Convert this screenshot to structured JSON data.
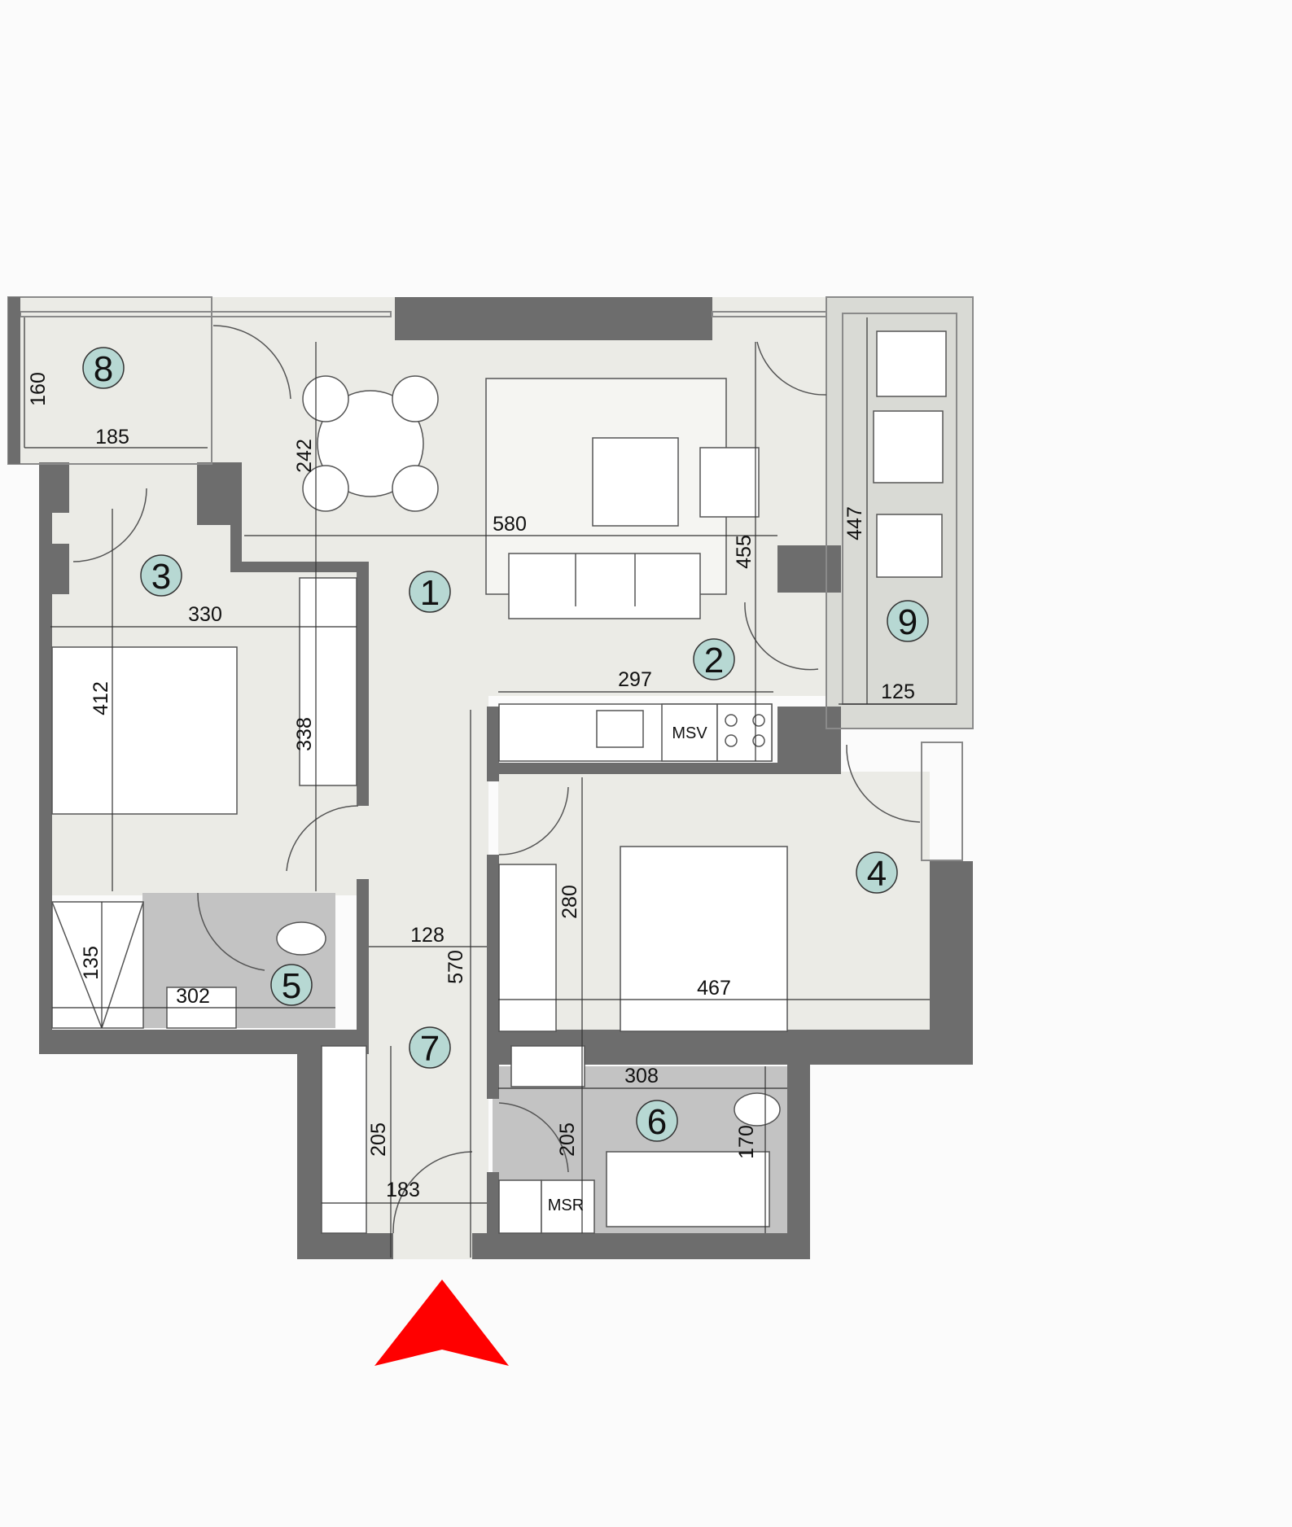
{
  "colors": {
    "background": "#fbfbfb",
    "wall": "#6d6d6d",
    "floor": "#ebebe6",
    "wet_floor": "#c3c3c3",
    "balcony": "#d9dad5",
    "room_badge": "#b7d8d3",
    "entrance_arrow": "#ff0000"
  },
  "rooms": [
    {
      "number": "1",
      "name": "living"
    },
    {
      "number": "2",
      "name": "kitchen"
    },
    {
      "number": "3",
      "name": "bedroom"
    },
    {
      "number": "4",
      "name": "bedroom"
    },
    {
      "number": "5",
      "name": "bathroom"
    },
    {
      "number": "6",
      "name": "bathroom"
    },
    {
      "number": "7",
      "name": "hall"
    },
    {
      "number": "8",
      "name": "balcony"
    },
    {
      "number": "9",
      "name": "balcony"
    }
  ],
  "dimensions": {
    "d160": "160",
    "d185": "185",
    "d242": "242",
    "d580": "580",
    "d455": "455",
    "d447": "447",
    "d330": "330",
    "d412": "412",
    "d338": "338",
    "d297": "297",
    "d125": "125",
    "d280": "280",
    "d467": "467",
    "d135": "135",
    "d302": "302",
    "d128": "128",
    "d570": "570",
    "d308": "308",
    "d205a": "205",
    "d205b": "205",
    "d170": "170",
    "d183": "183"
  },
  "equipment": {
    "msv": "MSV",
    "msr": "MSR"
  },
  "entrance_marker": "triangle-arrow"
}
